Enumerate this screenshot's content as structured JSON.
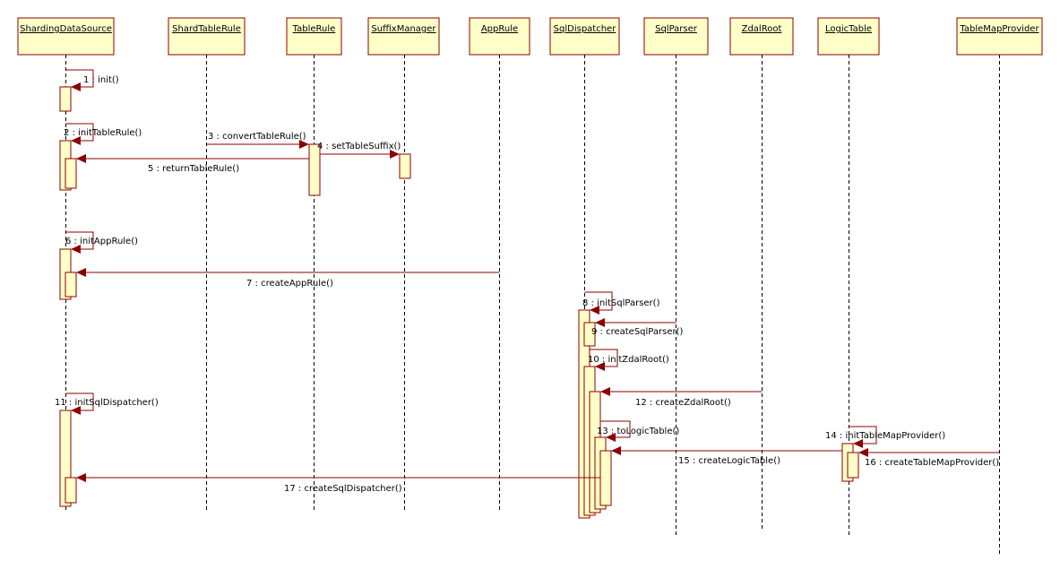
{
  "lifelines": [
    {
      "id": "ShardingDataSource",
      "label": "ShardingDataSource"
    },
    {
      "id": "ShardTableRule",
      "label": "ShardTableRule"
    },
    {
      "id": "TableRule",
      "label": "TableRule"
    },
    {
      "id": "SuffixManager",
      "label": "SuffixManager"
    },
    {
      "id": "AppRule",
      "label": "AppRule"
    },
    {
      "id": "SqlDispatcher",
      "label": "SqlDispatcher"
    },
    {
      "id": "SqlParser",
      "label": "SqlParser"
    },
    {
      "id": "ZdalRoot",
      "label": "ZdalRoot"
    },
    {
      "id": "LogicTable",
      "label": "LogicTable"
    },
    {
      "id": "TableMapProvider",
      "label": "TableMapProvider"
    }
  ],
  "messages": [
    {
      "label": "1 : init()"
    },
    {
      "label": "2 : initTableRule()"
    },
    {
      "label": "3 : convertTableRule()"
    },
    {
      "label": "4 : setTableSuffix()"
    },
    {
      "label": "5 : returnTableRule()"
    },
    {
      "label": "6 : initAppRule()"
    },
    {
      "label": "7 : createAppRule()"
    },
    {
      "label": "8 : initSqlParser()"
    },
    {
      "label": "9 : createSqlParser()"
    },
    {
      "label": "10 : initZdalRoot()"
    },
    {
      "label": "11 : initSqlDispatcher()"
    },
    {
      "label": "12 : createZdalRoot()"
    },
    {
      "label": "13 : toLogicTable()"
    },
    {
      "label": "14 : initTableMapProvider()"
    },
    {
      "label": "15 : createLogicTable()"
    },
    {
      "label": "16 : createTableMapProvider()"
    },
    {
      "label": "17 : createSqlDispatcher()"
    }
  ],
  "colors": {
    "box_fill": "#ffffc8",
    "stroke": "#8b0000",
    "lifeline": "#000000"
  }
}
